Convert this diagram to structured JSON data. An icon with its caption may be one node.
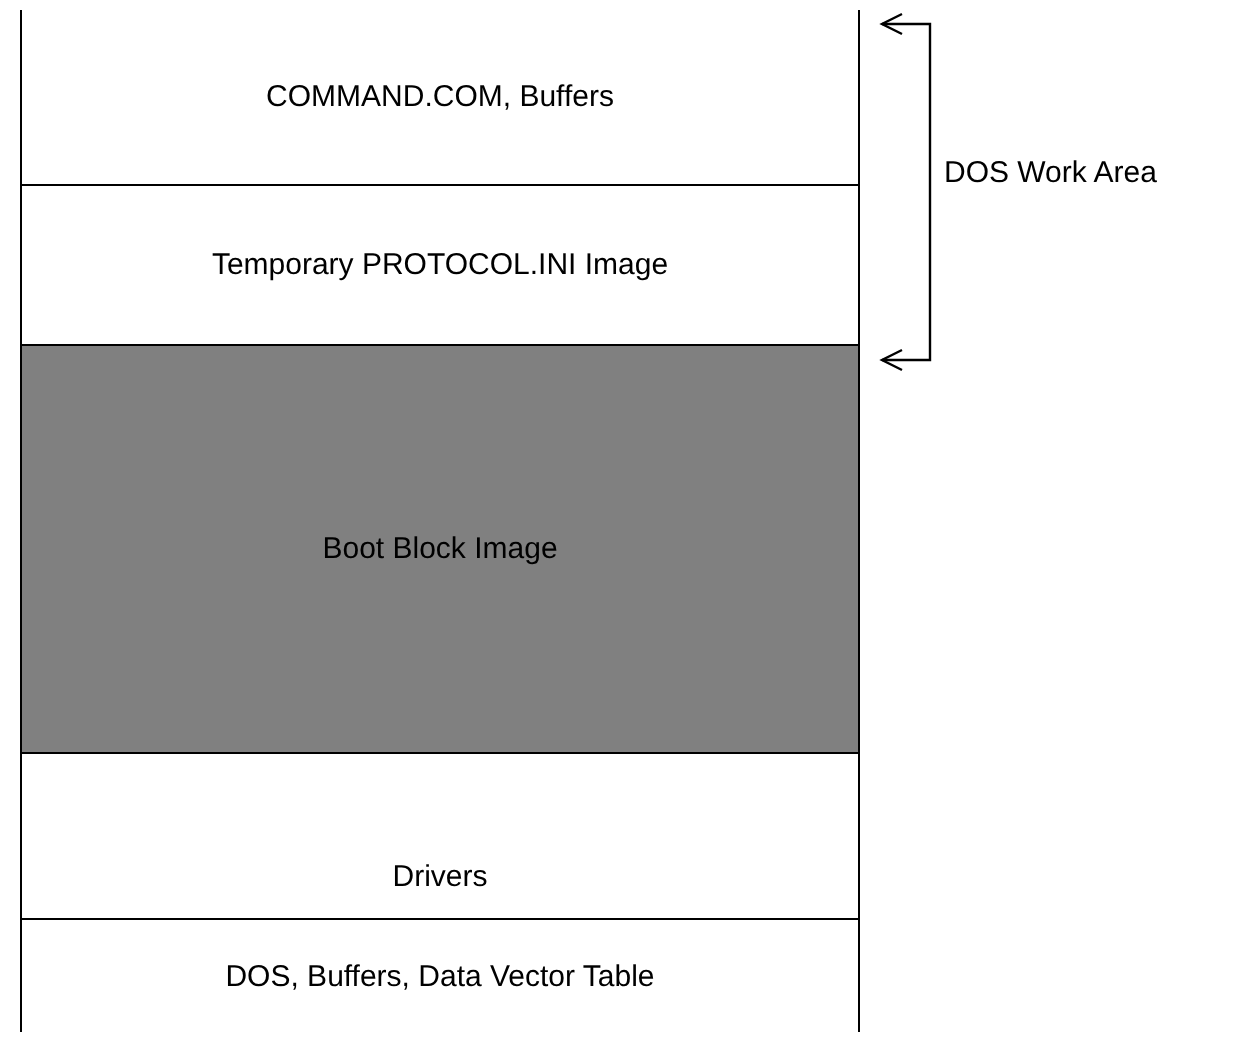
{
  "diagram": {
    "nodes": [
      {
        "text": [
          "COMMAND.COM, Buffers"
        ]
      },
      {
        "text": [
          "Temporary PROTOCOL.INI Image"
        ]
      },
      {
        "text": [
          "Boot Block Image"
        ]
      },
      {
        "text": [
          "Drivers"
        ]
      },
      {
        "text": [
          "DOS, Buffers, Data Vector Table"
        ]
      }
    ],
    "labels": [
      "DOS Work Area"
    ]
  }
}
